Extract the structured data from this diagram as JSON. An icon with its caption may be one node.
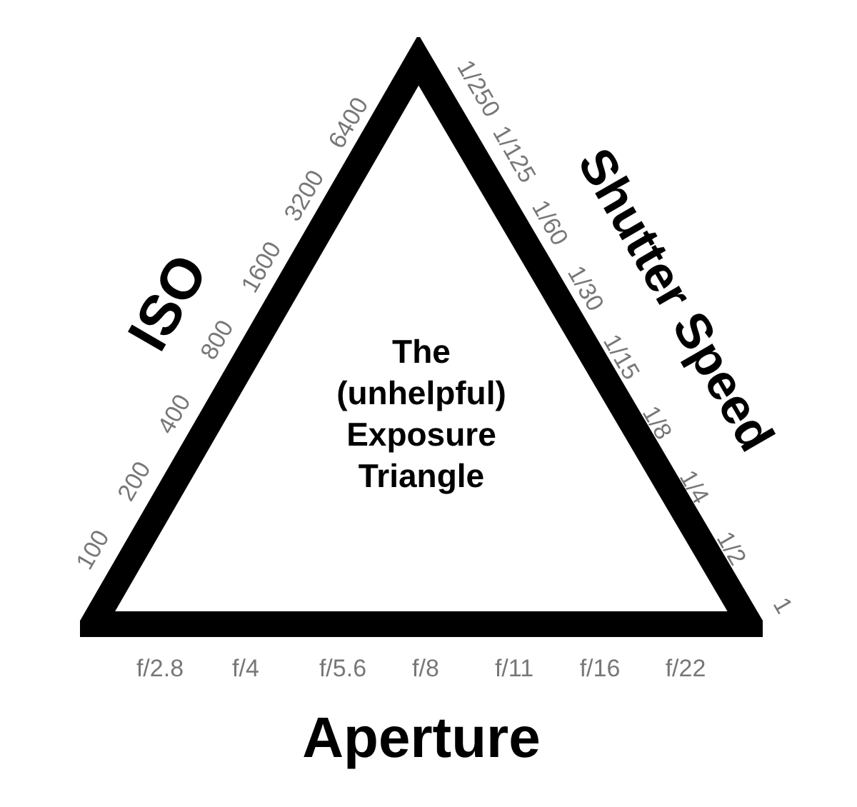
{
  "diagram": {
    "nodes": [
      {
        "text": [
          "The (unhelpful) Exposure Triangle"
        ]
      }
    ],
    "edges": [],
    "labels": [
      "100",
      "200",
      "400",
      "800",
      "1600",
      "3200",
      "6400",
      "ISO",
      "1/250",
      "1/125",
      "1/60",
      "1/30",
      "1/15",
      "1/8",
      "1/4",
      "1/2",
      "1",
      "Shutter Speed",
      "f/2.8",
      "f/4",
      "f/5.6",
      "f/8",
      "f/11",
      "f/16",
      "f/22",
      "Aperture"
    ]
  }
}
